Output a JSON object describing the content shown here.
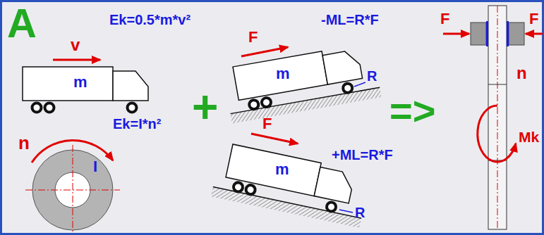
{
  "diagram": {
    "labels": [
      "A",
      "v",
      "Ek=0.5*m*v²",
      "m",
      "n",
      "I",
      "Ek=I*n²",
      "+",
      "F",
      "-ML=R*F",
      "m",
      "R",
      "F",
      "+ML=R*F",
      "m",
      "R",
      "=>",
      "F",
      "F",
      "n",
      "Mk"
    ]
  }
}
